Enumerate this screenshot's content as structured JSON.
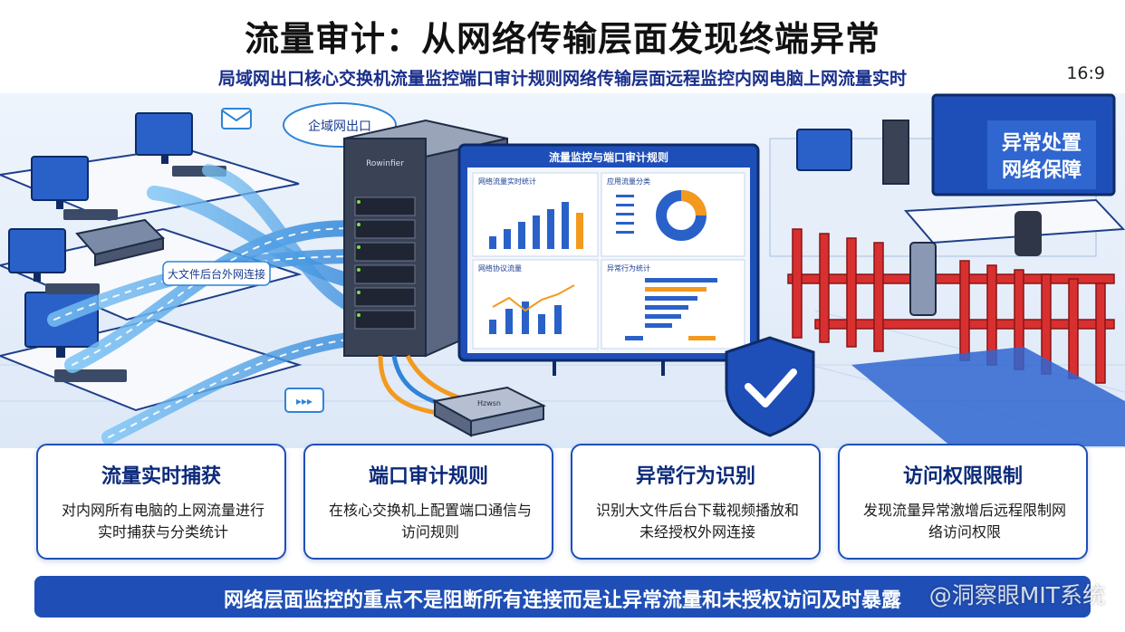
{
  "header": {
    "title": "流量审计：从网络传输层面发现终端异常",
    "subtitle": "局域网出口核心交换机流量监控端口审计规则网络传输层面远程监控内网电脑上网流量实时",
    "ratio": "16:9"
  },
  "scene": {
    "cloud_label": "企域网出口",
    "server_brand": "Rowinfier",
    "dashboard": {
      "title": "流量监控与端口审计规则",
      "panel_titles": [
        "网络流量实时统计",
        "应用流量分类",
        "网络协议流量",
        "异常行为统计"
      ]
    },
    "stream_label": "大文件后台外网连接",
    "small_switch_brand": "Hzwsn",
    "right_screen_label_line1": "异常处置",
    "right_screen_label_line2": "网络保障",
    "colors": {
      "primary": "#1e4fb8",
      "accent": "#f39a1e",
      "fence": "#d83030"
    }
  },
  "cards": [
    {
      "title": "流量实时捕获",
      "body": "对内网所有电脑的上网流量进行实时捕获与分类统计"
    },
    {
      "title": "端口审计规则",
      "body": "在核心交换机上配置端口通信与访问规则"
    },
    {
      "title": "异常行为识别",
      "body": "识别大文件后台下载视频播放和未经授权外网连接"
    },
    {
      "title": "访问权限限制",
      "body": "发现流量异常激增后远程限制网络访问权限"
    }
  ],
  "footer": {
    "banner": "网络层面监控的重点不是阻断所有连接而是让异常流量和未授权访问及时暴露",
    "watermark": "@洞察眼MIT系统"
  }
}
